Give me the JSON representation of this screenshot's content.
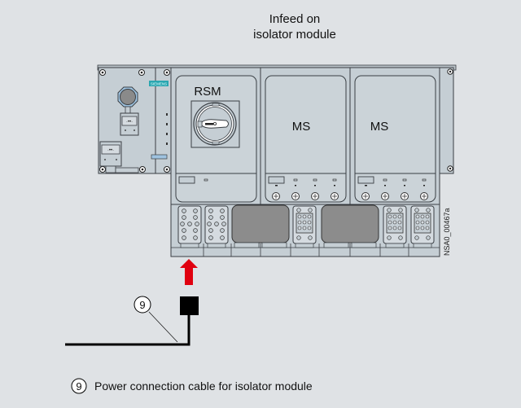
{
  "title_lines": [
    "Infeed on",
    "isolator module"
  ],
  "modules": {
    "left": {
      "brand": "SIEMENS"
    },
    "rsm": {
      "label": "RSM"
    },
    "ms1": {
      "label": "MS"
    },
    "ms2": {
      "label": "MS"
    }
  },
  "drawing_id": "NSA0_00467a",
  "callout": {
    "number": "9"
  },
  "legend": {
    "number": "9",
    "text": "Power connection cable for isolator module"
  },
  "colors": {
    "background": "#dfe2e5",
    "module": "#c5ced4",
    "panel": "#cbd3d8",
    "outline": "#3a3f44",
    "arrow": "#e0000f",
    "connector_dark": "#8c8c8c",
    "brand": "#2aa6b0"
  }
}
